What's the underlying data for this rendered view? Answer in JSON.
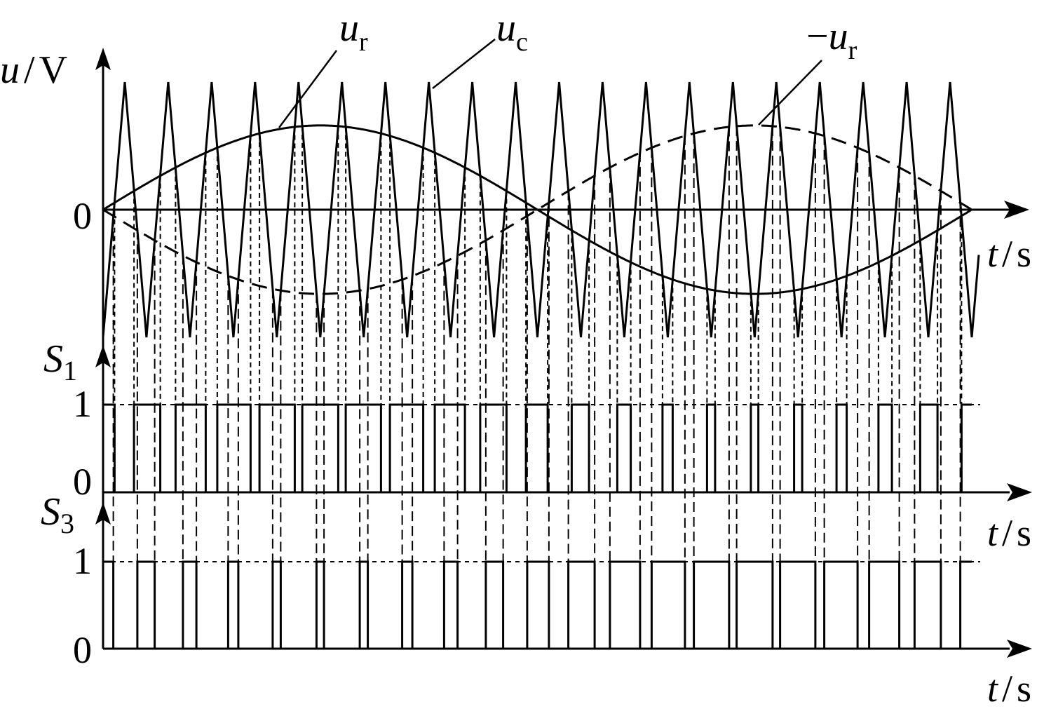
{
  "colors": {
    "ink": "#000000",
    "background": "#ffffff"
  },
  "top_panel": {
    "y_axis_var": "u",
    "y_axis_unit": "V",
    "x_axis_var": "t",
    "x_axis_unit": "s",
    "zero_label": "0",
    "carrier_label": {
      "var": "u",
      "sub": "c"
    },
    "reference_label": {
      "var": "u",
      "sub": "r"
    },
    "neg_reference_label": {
      "prefix": "−",
      "var": "u",
      "sub": "r"
    }
  },
  "s1_panel": {
    "y_axis_var": "S",
    "y_axis_sub": "1",
    "one_label": "1",
    "zero_label": "0",
    "x_axis_var": "t",
    "x_axis_unit": "s"
  },
  "s3_panel": {
    "y_axis_var": "S",
    "y_axis_sub": "3",
    "one_label": "1",
    "zero_label": "0",
    "x_axis_var": "t",
    "x_axis_unit": "s"
  },
  "waveform": {
    "carrier_periods": 20,
    "modulation_index": 0.66,
    "carrier_start_phase": "peak-negative"
  },
  "icons": {
    "y_arrow": "arrow-up-icon",
    "x_arrow": "arrow-right-icon"
  }
}
